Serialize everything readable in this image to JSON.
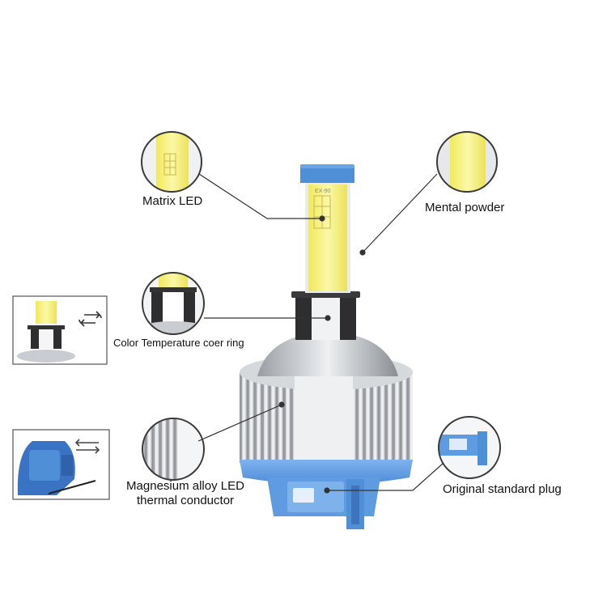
{
  "labels": {
    "matrix_led": "Matrix LED",
    "mental_powder": "Mental powder",
    "color_ring": "Color Temperature coer ring",
    "magnesium_line1": "Magnesium alloy LED",
    "magnesium_line2": "thermal conductor",
    "original_plug": "Original standard plug"
  },
  "chip_marking": "EX-90",
  "colors": {
    "led_yellow": "#f7f27a",
    "cap_blue": "#4f8fd8",
    "base_blue": "#6aa6e6",
    "fin_silver": "#c9ccd0",
    "collar_dark": "#2e2e30",
    "leader_line": "#333333"
  },
  "icons": [
    "cycle-arrows-icon",
    "direction-arrows-icon"
  ]
}
